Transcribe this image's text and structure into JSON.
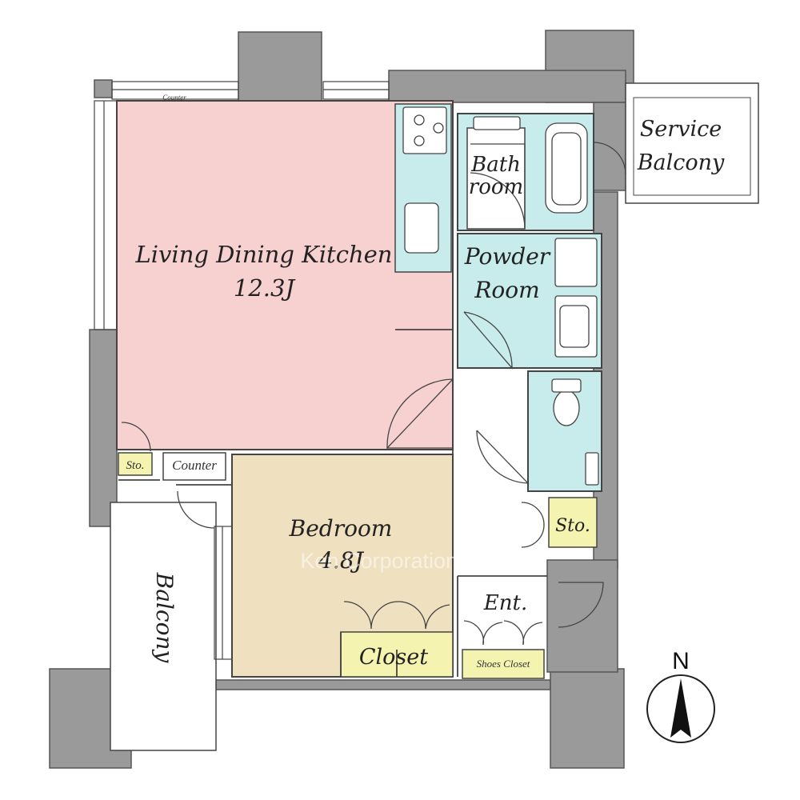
{
  "rooms": {
    "ldk": {
      "name": "Living Dining Kitchen",
      "size": "12.3J"
    },
    "bedroom": {
      "name": "Bedroom",
      "size": "4.8J"
    },
    "bath": {
      "line1": "Bath",
      "line2": "room"
    },
    "powder": {
      "line1": "Powder",
      "line2": "Room"
    },
    "service_balcony": {
      "line1": "Service",
      "line2": "Balcony"
    },
    "balcony": "Balcony",
    "entrance": "Ent.",
    "closet": "Closet",
    "shoes_closet": "Shoes Closet",
    "storage_left": "Sto.",
    "storage_right": "Sto.",
    "counter_top": "Counter",
    "counter_left": "Counter"
  },
  "compass": {
    "label": "N"
  },
  "watermark": "Ken Corporation Ltd.",
  "colors": {
    "wall": "#999999",
    "ldk": "#f7d0d0",
    "bedroom": "#efe0c0",
    "wet": "#c8ecec",
    "storage": "#f5f3b0",
    "line": "#444444"
  }
}
